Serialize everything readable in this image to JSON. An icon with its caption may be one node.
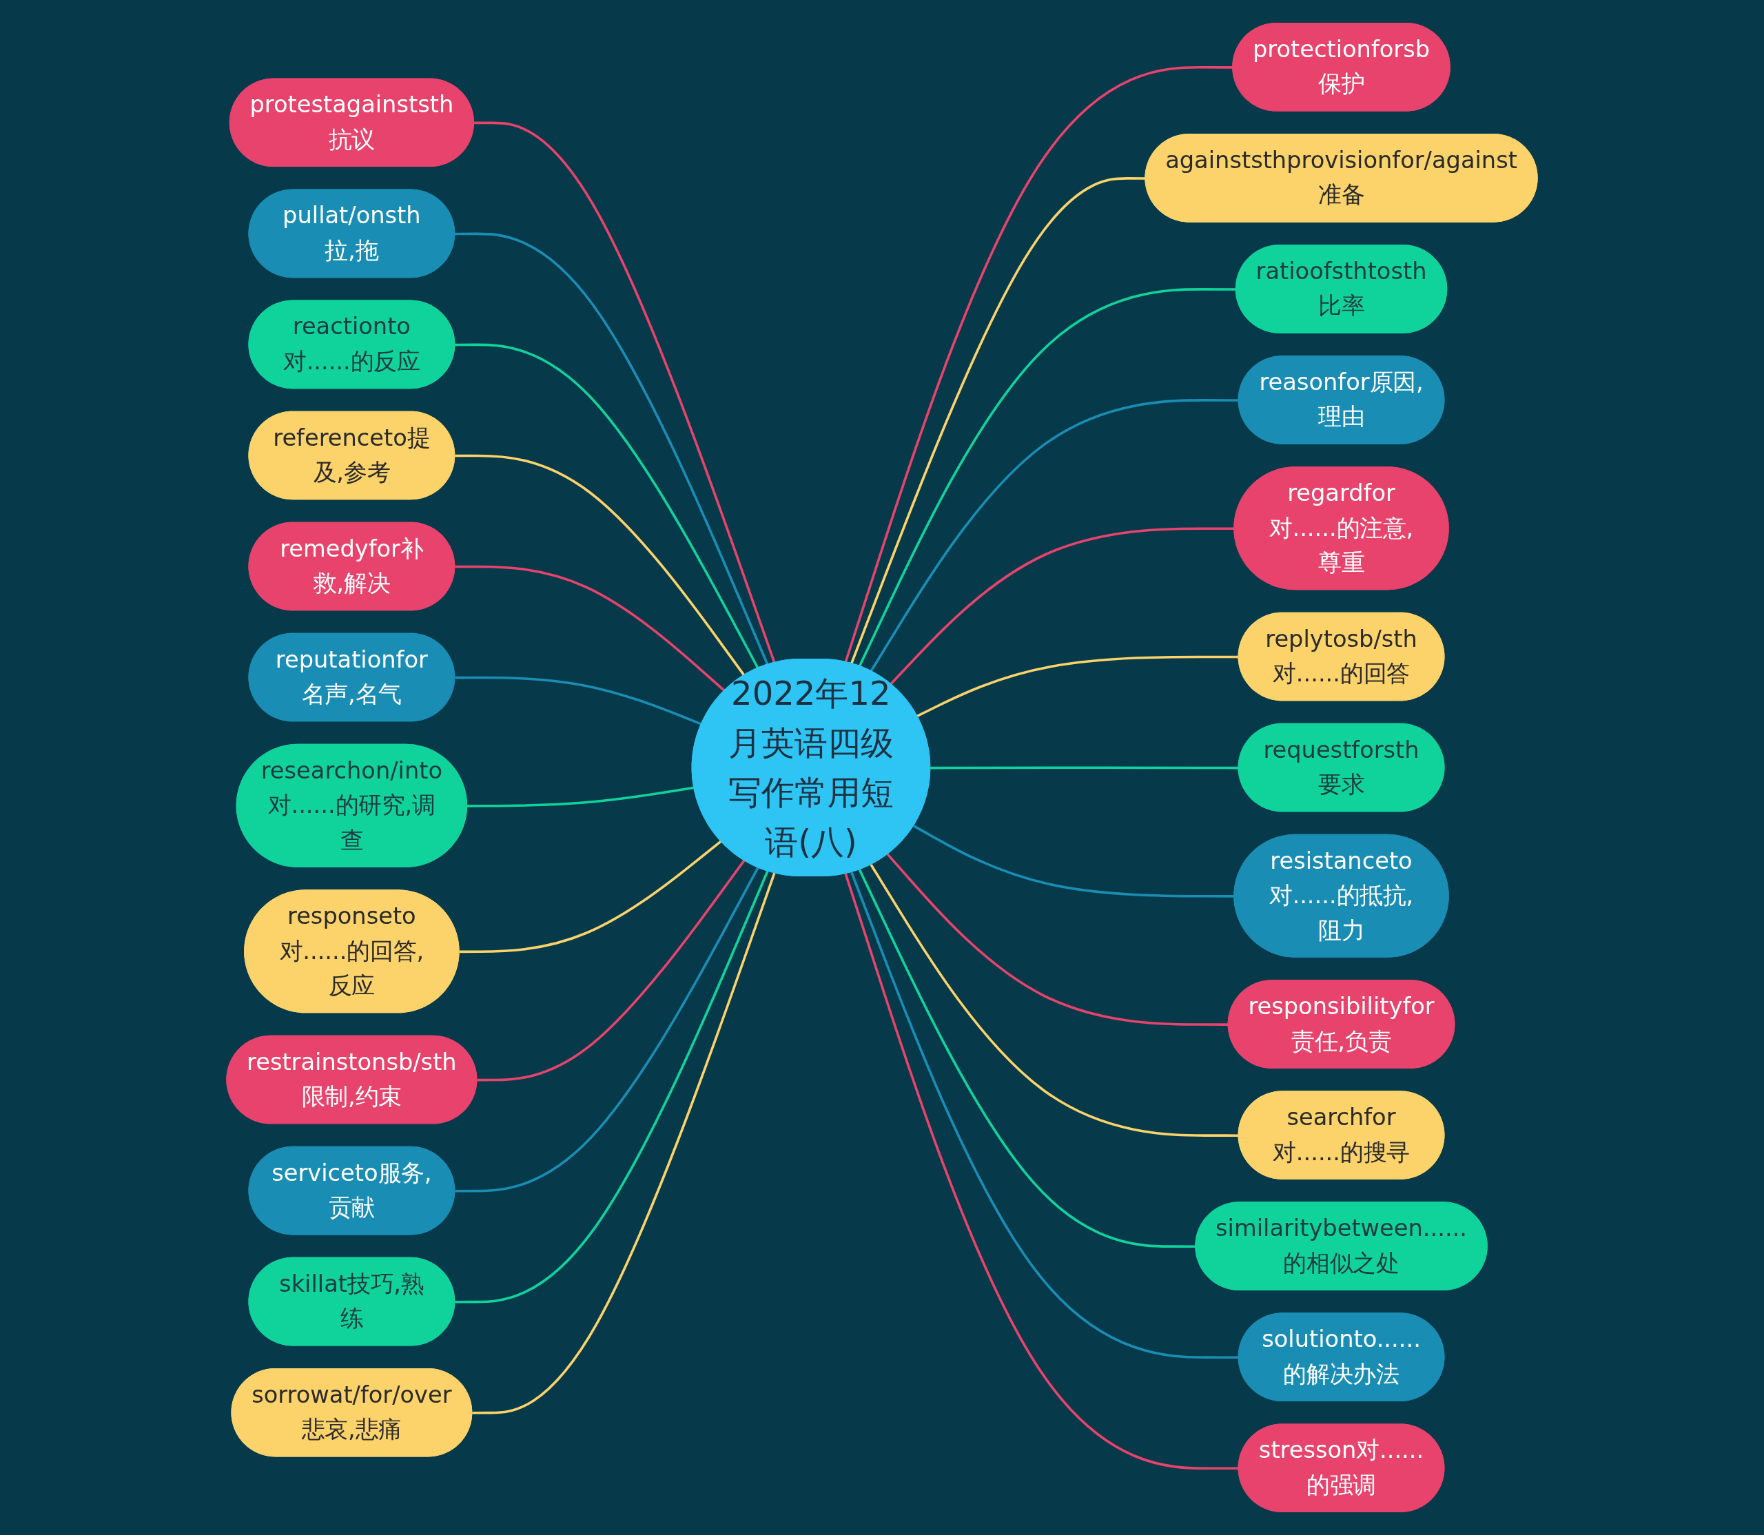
{
  "diagram": {
    "nodes": [
      {
        "text": [
          "2022年12月英语四级写作常用短语(八)"
        ]
      },
      {
        "text": [
          "protestagainststh抗议"
        ]
      },
      {
        "text": [
          "pullat/onsth拉,拖"
        ]
      },
      {
        "text": [
          "reactionto对......的反应"
        ]
      },
      {
        "text": [
          "referenceto提及,参考"
        ]
      },
      {
        "text": [
          "remedyfor补救,解决"
        ]
      },
      {
        "text": [
          "reputationfor名声,名气"
        ]
      },
      {
        "text": [
          "researchon/into对......的研究,调查"
        ]
      },
      {
        "text": [
          "responseto对......的回答,反应"
        ]
      },
      {
        "text": [
          "restrainstonsb/sth限制,约束"
        ]
      },
      {
        "text": [
          "serviceto服务,贡献"
        ]
      },
      {
        "text": [
          "skillat技巧,熟练"
        ]
      },
      {
        "text": [
          "sorrowat/for/over悲哀,悲痛"
        ]
      },
      {
        "text": [
          "protectionforsb保护"
        ]
      },
      {
        "text": [
          "againststhprovisionfor/against准备"
        ]
      },
      {
        "text": [
          "ratioofsthtosth比率"
        ]
      },
      {
        "text": [
          "reasonfor原因,理由"
        ]
      },
      {
        "text": [
          "regardfor对......的注意,尊重"
        ]
      },
      {
        "text": [
          "replytosb/sth对......的回答"
        ]
      },
      {
        "text": [
          "requestforsth要求"
        ]
      },
      {
        "text": [
          "resistanceto对......的抵抗,阻力"
        ]
      },
      {
        "text": [
          "responsibilityfor责任,负责"
        ]
      },
      {
        "text": [
          "searchfor对......的搜寻"
        ]
      },
      {
        "text": [
          "similaritybetween......的相似之处"
        ]
      },
      {
        "text": [
          "solutionto......的解决办法"
        ]
      },
      {
        "text": [
          "stresson对......的强调"
        ]
      }
    ],
    "edges": [
      {
        "from": 1,
        "to": 0,
        "arrow": "none",
        "color": "#e8436c"
      },
      {
        "from": 2,
        "to": 0,
        "arrow": "none",
        "color": "#1a8db5"
      },
      {
        "from": 3,
        "to": 0,
        "arrow": "none",
        "color": "#10d39c"
      },
      {
        "from": 4,
        "to": 0,
        "arrow": "none",
        "color": "#fcd36b"
      },
      {
        "from": 5,
        "to": 0,
        "arrow": "none",
        "color": "#e8436c"
      },
      {
        "from": 6,
        "to": 0,
        "arrow": "none",
        "color": "#1a8db5"
      },
      {
        "from": 7,
        "to": 0,
        "arrow": "none",
        "color": "#10d39c"
      },
      {
        "from": 8,
        "to": 0,
        "arrow": "none",
        "color": "#fcd36b"
      },
      {
        "from": 9,
        "to": 0,
        "arrow": "none",
        "color": "#e8436c"
      },
      {
        "from": 10,
        "to": 0,
        "arrow": "none",
        "color": "#1a8db5"
      },
      {
        "from": 11,
        "to": 0,
        "arrow": "none",
        "color": "#10d39c"
      },
      {
        "from": 12,
        "to": 0,
        "arrow": "none",
        "color": "#fcd36b"
      },
      {
        "from": 0,
        "to": 13,
        "arrow": "none",
        "color": "#e8436c"
      },
      {
        "from": 0,
        "to": 14,
        "arrow": "none",
        "color": "#fcd36b"
      },
      {
        "from": 0,
        "to": 15,
        "arrow": "none",
        "color": "#10d39c"
      },
      {
        "from": 0,
        "to": 16,
        "arrow": "none",
        "color": "#1a8db5"
      },
      {
        "from": 0,
        "to": 17,
        "arrow": "none",
        "color": "#e8436c"
      },
      {
        "from": 0,
        "to": 18,
        "arrow": "none",
        "color": "#fcd36b"
      },
      {
        "from": 0,
        "to": 19,
        "arrow": "none",
        "color": "#10d39c"
      },
      {
        "from": 0,
        "to": 20,
        "arrow": "none",
        "color": "#1a8db5"
      },
      {
        "from": 0,
        "to": 21,
        "arrow": "none",
        "color": "#e8436c"
      },
      {
        "from": 0,
        "to": 22,
        "arrow": "none",
        "color": "#fcd36b"
      },
      {
        "from": 0,
        "to": 23,
        "arrow": "none",
        "color": "#10d39c"
      },
      {
        "from": 0,
        "to": 24,
        "arrow": "none",
        "color": "#1a8db5"
      },
      {
        "from": 0,
        "to": 25,
        "arrow": "none",
        "color": "#e8436c"
      }
    ]
  }
}
